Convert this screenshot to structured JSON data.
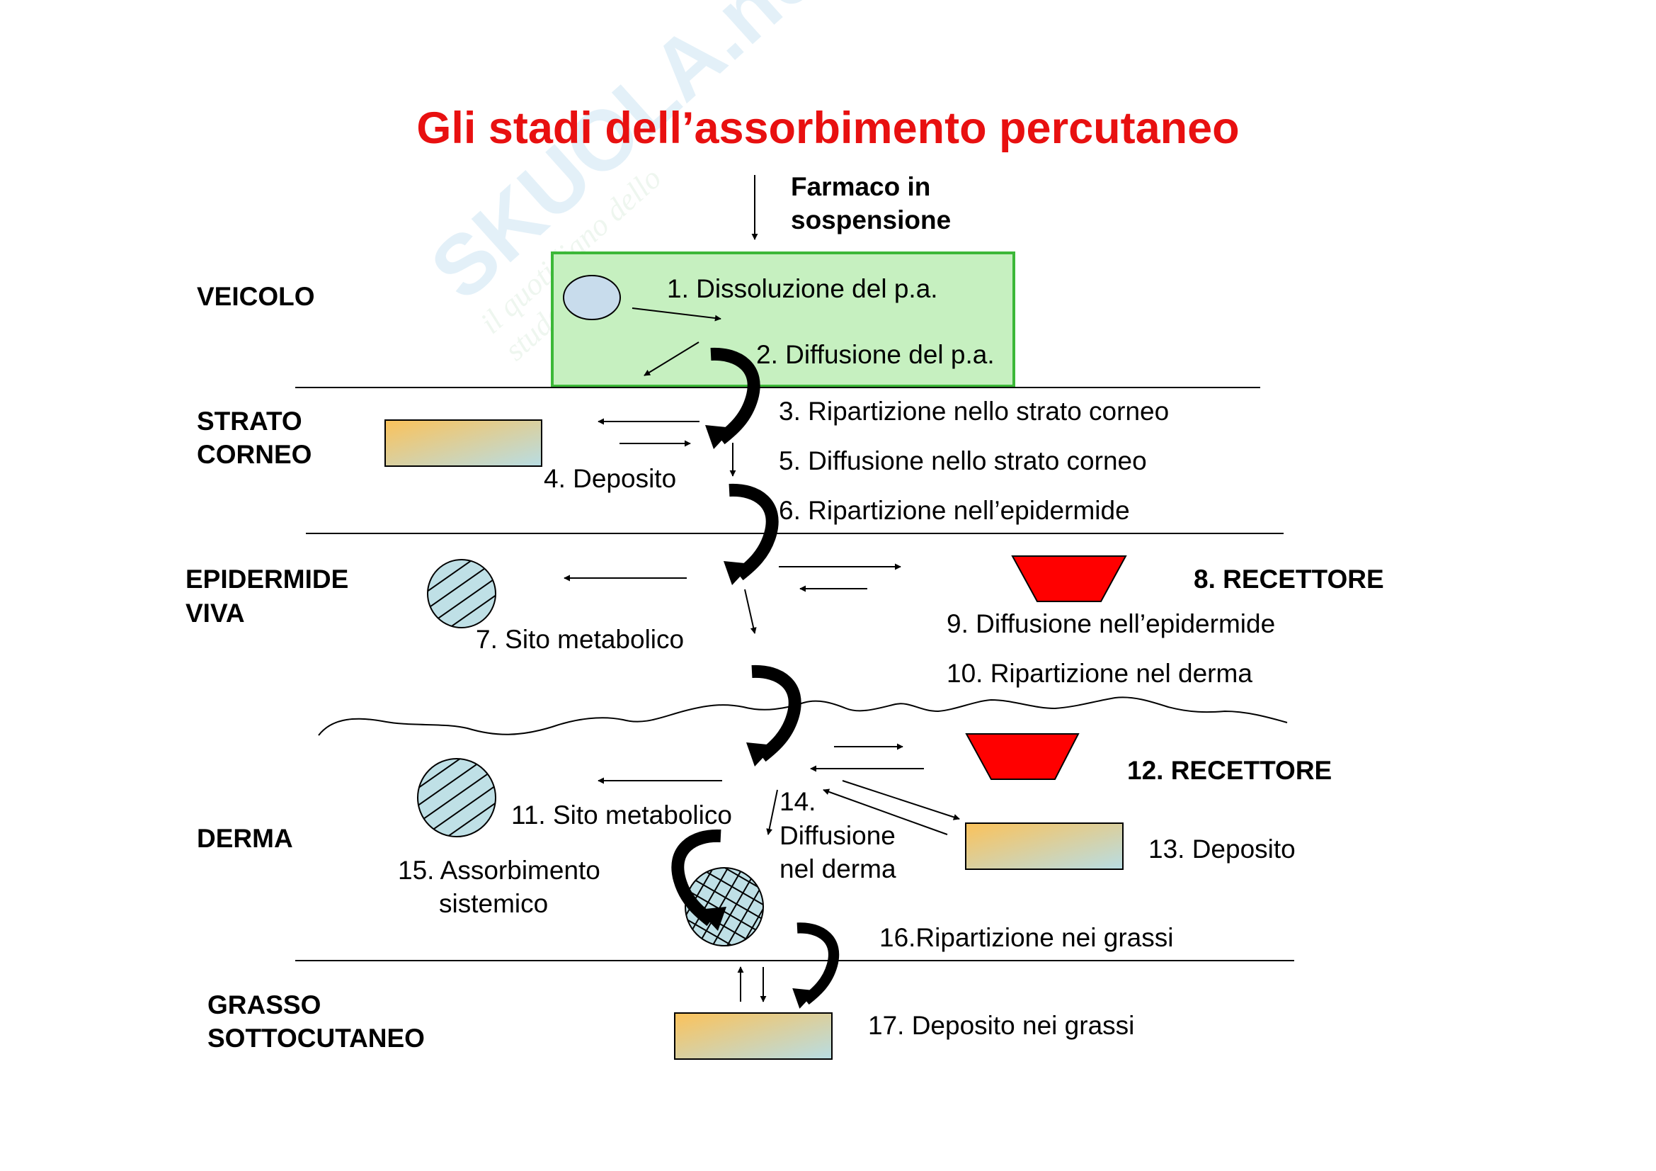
{
  "title": "Gli stadi dell’assorbimento percutaneo",
  "watermark": {
    "brand": "SKUOLA.net",
    "tagline": "il quotidiano dello studente"
  },
  "layers": {
    "veicolo": "VEICOLO",
    "strato_corneo": [
      "STRATO",
      "CORNEO"
    ],
    "epidermide": [
      "EPIDERMIDE",
      "VIVA"
    ],
    "derma": "DERMA",
    "grasso": [
      "GRASSO",
      "SOTTOCUTANEO"
    ]
  },
  "input_label": [
    "Farmaco in",
    "sospensione"
  ],
  "steps": {
    "s1": "1. Dissoluzione del p.a.",
    "s2": "2. Diffusione del p.a.",
    "s3": "3. Ripartizione nello strato corneo",
    "s4": "4. Deposito",
    "s5": "5. Diffusione nello strato corneo",
    "s6": "6. Ripartizione nell’epidermide",
    "s7": "7. Sito metabolico",
    "s8": "8. RECETTORE",
    "s9": "9. Diffusione nell’epidermide",
    "s10": "10. Ripartizione nel derma",
    "s11": "11. Sito metabolico",
    "s12": "12. RECETTORE",
    "s13": "13. Deposito",
    "s14": [
      "14.",
      "Diffusione",
      "nel derma"
    ],
    "s15": [
      "15. Assorbimento",
      "sistemico"
    ],
    "s16": "16.Ripartizione nei grassi",
    "s17": "17. Deposito nei grassi"
  },
  "colors": {
    "title": "#e81010",
    "veicolo_fill": "#c6f0c0",
    "veicolo_border": "#3cb838",
    "recettore": "#ff0000",
    "deposito_start": "#fbc25a",
    "deposito_end": "#b8dde4",
    "sito": "#bfe0e6"
  }
}
